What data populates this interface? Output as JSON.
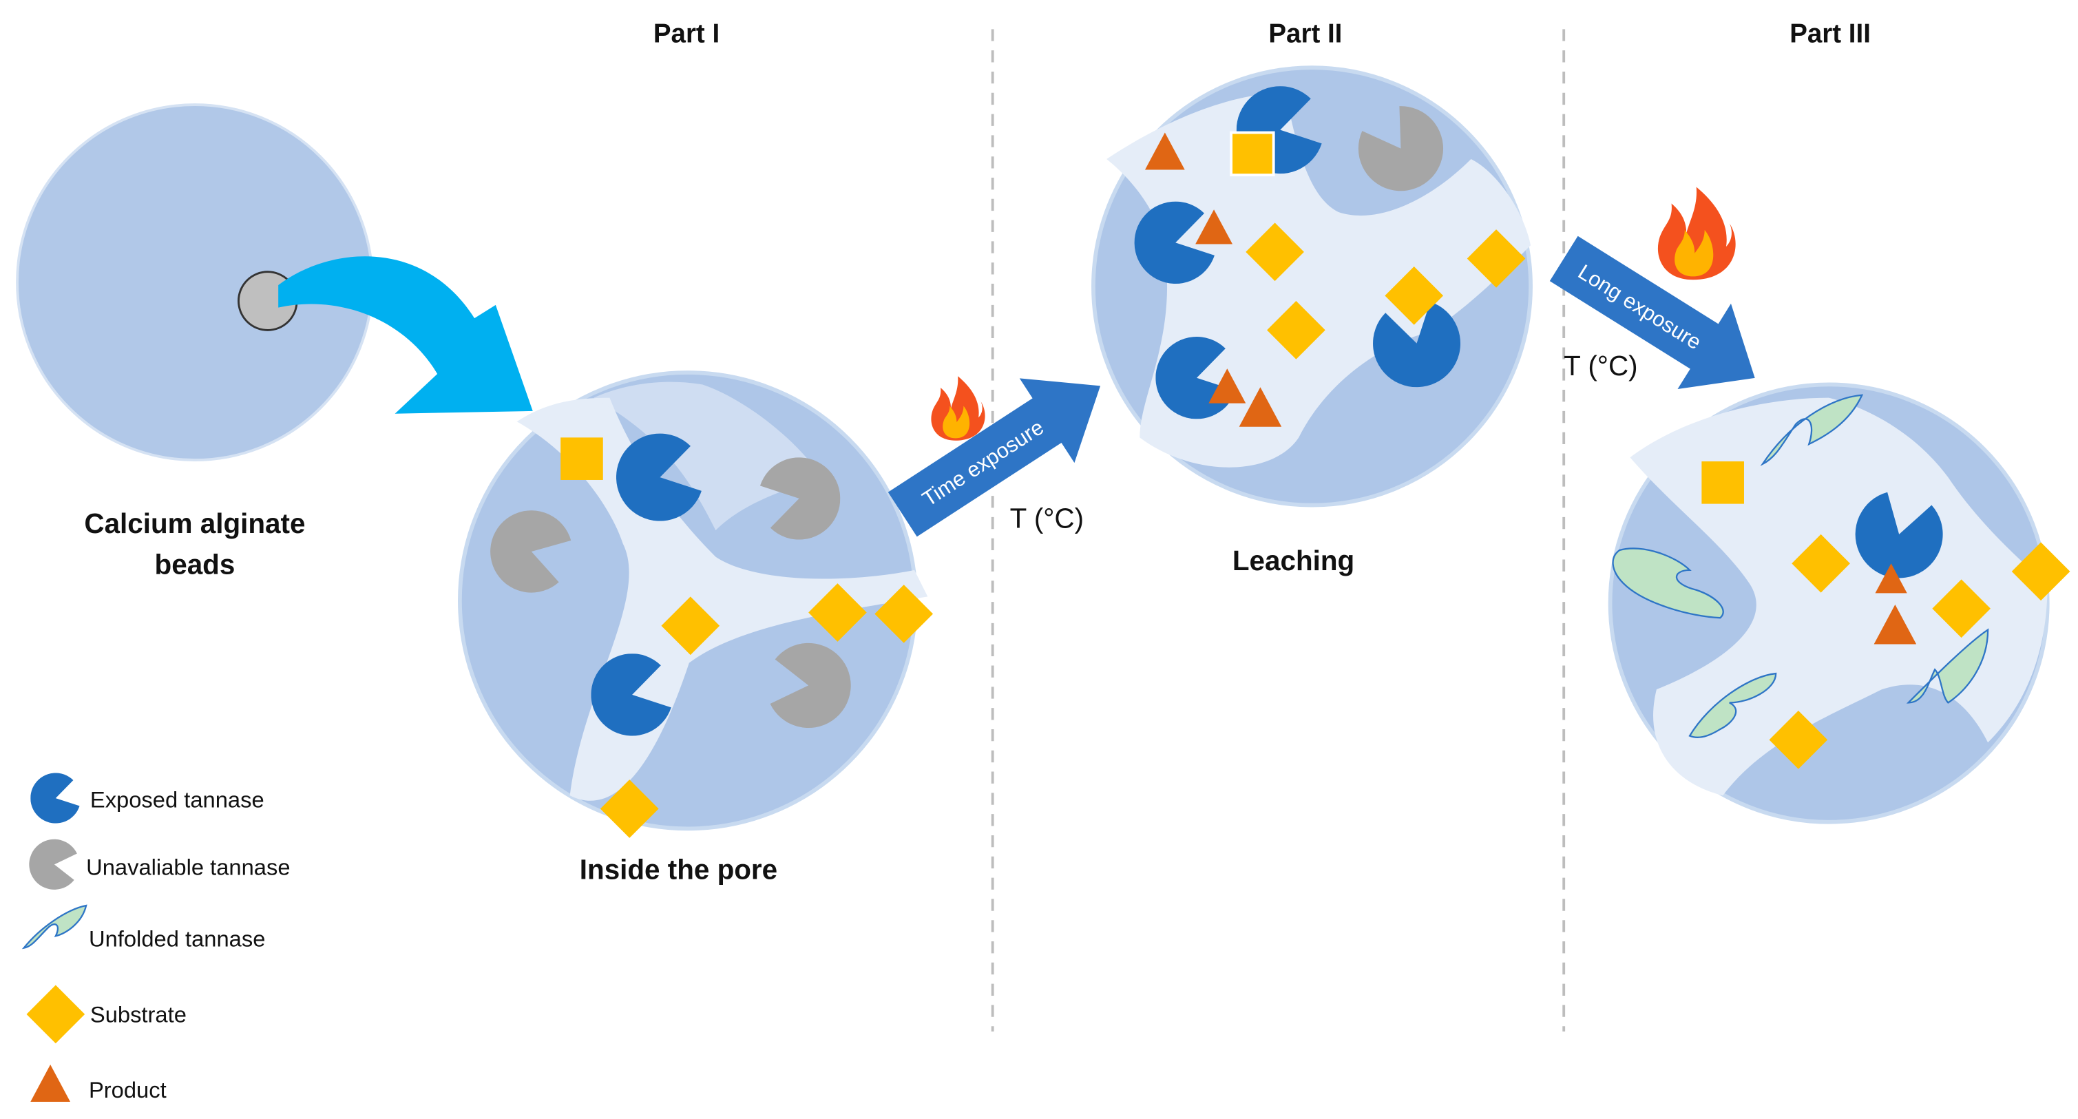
{
  "parts": {
    "part1_title": "Part I",
    "part2_title": "Part II",
    "part3_title": "Part III"
  },
  "labels": {
    "bead": "Calcium alginate beads",
    "bead_line1": "Calcium alginate",
    "bead_line2": "beads",
    "pore": "Inside the pore",
    "leaching": "Leaching"
  },
  "arrows": {
    "arrow1_text": "Time exposure",
    "arrow1_temp": "T (°C)",
    "arrow2_text": "Long exposure",
    "arrow2_temp": "T (°C)"
  },
  "legend": [
    {
      "label": "Exposed tannase",
      "shape": "pacman-blue"
    },
    {
      "label": "Unavaliable tannase",
      "shape": "pacman-gray"
    },
    {
      "label": "Unfolded tannase",
      "shape": "unfolded-green"
    },
    {
      "label": "Substrate",
      "shape": "diamond-yellow"
    },
    {
      "label": "Product",
      "shape": "triangle-orange"
    }
  ],
  "colors": {
    "bead_fill": "#b1c8e8",
    "pore_dark": "#a9c3e6",
    "pore_light": "#e3ecf8",
    "pore_rim": "#c9d9ef",
    "exposed_tannase": "#1f6fc0",
    "unavailable_tannase": "#a6a6a6",
    "unfolded_tannase": "#bfe3c5",
    "substrate": "#ffc000",
    "product": "#e06614",
    "zoom_arrow": "#00b0f0",
    "process_arrow": "#2e75c6",
    "divider": "#bdbdbd",
    "flame_outer": "#f4511e",
    "flame_inner": "#ffb300"
  },
  "icons": [
    "fire-icon",
    "fire-icon"
  ]
}
